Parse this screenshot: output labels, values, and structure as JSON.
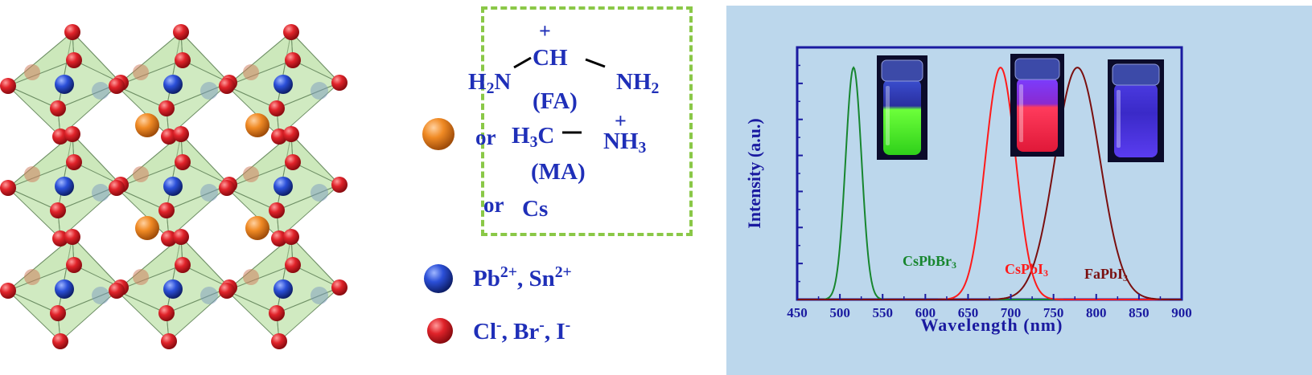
{
  "legend": {
    "fa": {
      "plus": "+",
      "ch": "CH",
      "h2n_h": "H",
      "h2n_2": "2",
      "h2n_n": "N",
      "nh2_nh": "NH",
      "nh2_2": "2",
      "label": "(FA)"
    },
    "ma": {
      "or": "or",
      "h3c_h": "H",
      "h3c_3": "3",
      "h3c_c": "C",
      "plus": "+",
      "nh3_nh": "NH",
      "nh3_3": "3",
      "label": "(MA)"
    },
    "cs": {
      "or": "or",
      "label": "Cs"
    },
    "b_site": {
      "pb": "Pb",
      "pb_charge": "2+",
      "sep": ", Sn",
      "sn_charge": "2+"
    },
    "x_site": {
      "cl": "Cl",
      "cl_charge": "-",
      "br": ", Br",
      "br_charge": "-",
      "i": ", I",
      "i_charge": "-"
    },
    "colors": {
      "a_site": "#f08a24",
      "b_site": "#2b4fd8",
      "x_site": "#e0232a",
      "octahedron": "#9ccf7f",
      "dash": "#8ac847",
      "text": "#1f2fb8"
    }
  },
  "chart_data": {
    "type": "line",
    "xlabel": "Wavelength (nm)",
    "ylabel": "Intensity (a.u.)",
    "xlim": [
      450,
      900
    ],
    "xticks": [
      450,
      500,
      550,
      600,
      650,
      700,
      750,
      800,
      850,
      900
    ],
    "y_tick_labels": "none",
    "grid": false,
    "series": [
      {
        "name": "CsPbBr3",
        "label_text": "CsPbBr",
        "label_sub": "3",
        "color": "#17862e",
        "peak_nm": 516,
        "fwhm_nm": 22,
        "peak_intensity": 0.92
      },
      {
        "name": "CsPbI3",
        "label_text": "CsPbI",
        "label_sub": "3",
        "color": "#ff1a1a",
        "peak_nm": 688,
        "fwhm_nm": 42,
        "peak_intensity": 0.92
      },
      {
        "name": "FaPbI3",
        "label_text": "FaPbI",
        "label_sub": "3",
        "color": "#7a0f0f",
        "peak_nm": 778,
        "fwhm_nm": 62,
        "peak_intensity": 0.92
      }
    ],
    "vial_glow_colors": [
      "#4cff2a",
      "#ff2a4a",
      "#5a3cf0"
    ],
    "axis_color": "#1a1aa0",
    "background": "#bcd7ec"
  }
}
